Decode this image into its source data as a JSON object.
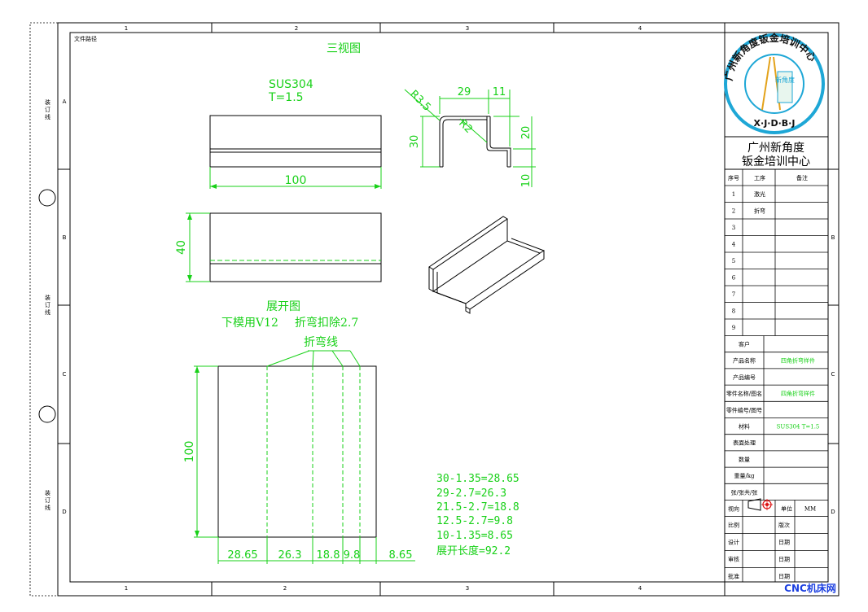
{
  "frame": {
    "col_labels": [
      "1",
      "2",
      "3",
      "4"
    ],
    "row_labels": [
      "A",
      "B",
      "C",
      "D"
    ],
    "binding_label": "装\n订\n线",
    "file_path_label": "文件路径"
  },
  "views": {
    "title": "三视图",
    "material_line1": "SUS304",
    "material_line2": "T=1.5",
    "dim_front_width": "100",
    "dim_top_depth": "40",
    "profile_dims": [
      "R3.5",
      "29",
      "11",
      "R2",
      "30",
      "20",
      "10"
    ]
  },
  "unfold": {
    "title": "展开图",
    "die_note": "下模用V12",
    "deduct_note": "折弯扣除2.7",
    "bend_lines_label": "折弯线",
    "dim_height": "100",
    "segment_dims": [
      "28.65",
      "26.3",
      "18.8",
      "9.8",
      "8.65"
    ],
    "calc_lines": [
      "30-1.35=28.65",
      "29-2.7=26.3",
      "21.5-2.7=18.8",
      "12.5-2.7=9.8",
      "10-1.35=8.65",
      "展开长度=92.2"
    ]
  },
  "title_block": {
    "logo_ring_text": "广州新角度钣金培训中心",
    "logo_letters": "X·J·D·B·J",
    "logo_center_text": "新角度",
    "company_line1": "广州新角度",
    "company_line2": "钣金培训中心",
    "process_headers": [
      "序号",
      "工序",
      "备注"
    ],
    "process_rows": [
      {
        "no": "1",
        "op": "激光",
        "note": ""
      },
      {
        "no": "2",
        "op": "折弯",
        "note": ""
      },
      {
        "no": "3",
        "op": "",
        "note": ""
      },
      {
        "no": "4",
        "op": "",
        "note": ""
      },
      {
        "no": "5",
        "op": "",
        "note": ""
      },
      {
        "no": "6",
        "op": "",
        "note": ""
      },
      {
        "no": "7",
        "op": "",
        "note": ""
      },
      {
        "no": "8",
        "op": "",
        "note": ""
      },
      {
        "no": "9",
        "op": "",
        "note": ""
      }
    ],
    "info_rows": [
      {
        "label": "客户",
        "value": ""
      },
      {
        "label": "产品名称",
        "value": "四角折弯样件"
      },
      {
        "label": "产品编号",
        "value": ""
      },
      {
        "label": "零件名称/图名",
        "value": "四角折弯样件"
      },
      {
        "label": "零件编号/图号",
        "value": ""
      },
      {
        "label": "材料",
        "value": "SUS304  T=1.5"
      },
      {
        "label": "表面处理",
        "value": ""
      },
      {
        "label": "数量",
        "value": ""
      },
      {
        "label": "重量/kg",
        "value": ""
      },
      {
        "label": "张/张共/张",
        "value": ""
      }
    ],
    "view_label": "视向",
    "unit_label": "单位",
    "unit_value": "MM",
    "sign_rows": [
      {
        "left": "比例",
        "right": "版次"
      },
      {
        "left": "设计",
        "right": "日期"
      },
      {
        "left": "审核",
        "right": "日期"
      },
      {
        "left": "批准",
        "right": "日期"
      }
    ]
  },
  "watermark": "CNC机床网"
}
